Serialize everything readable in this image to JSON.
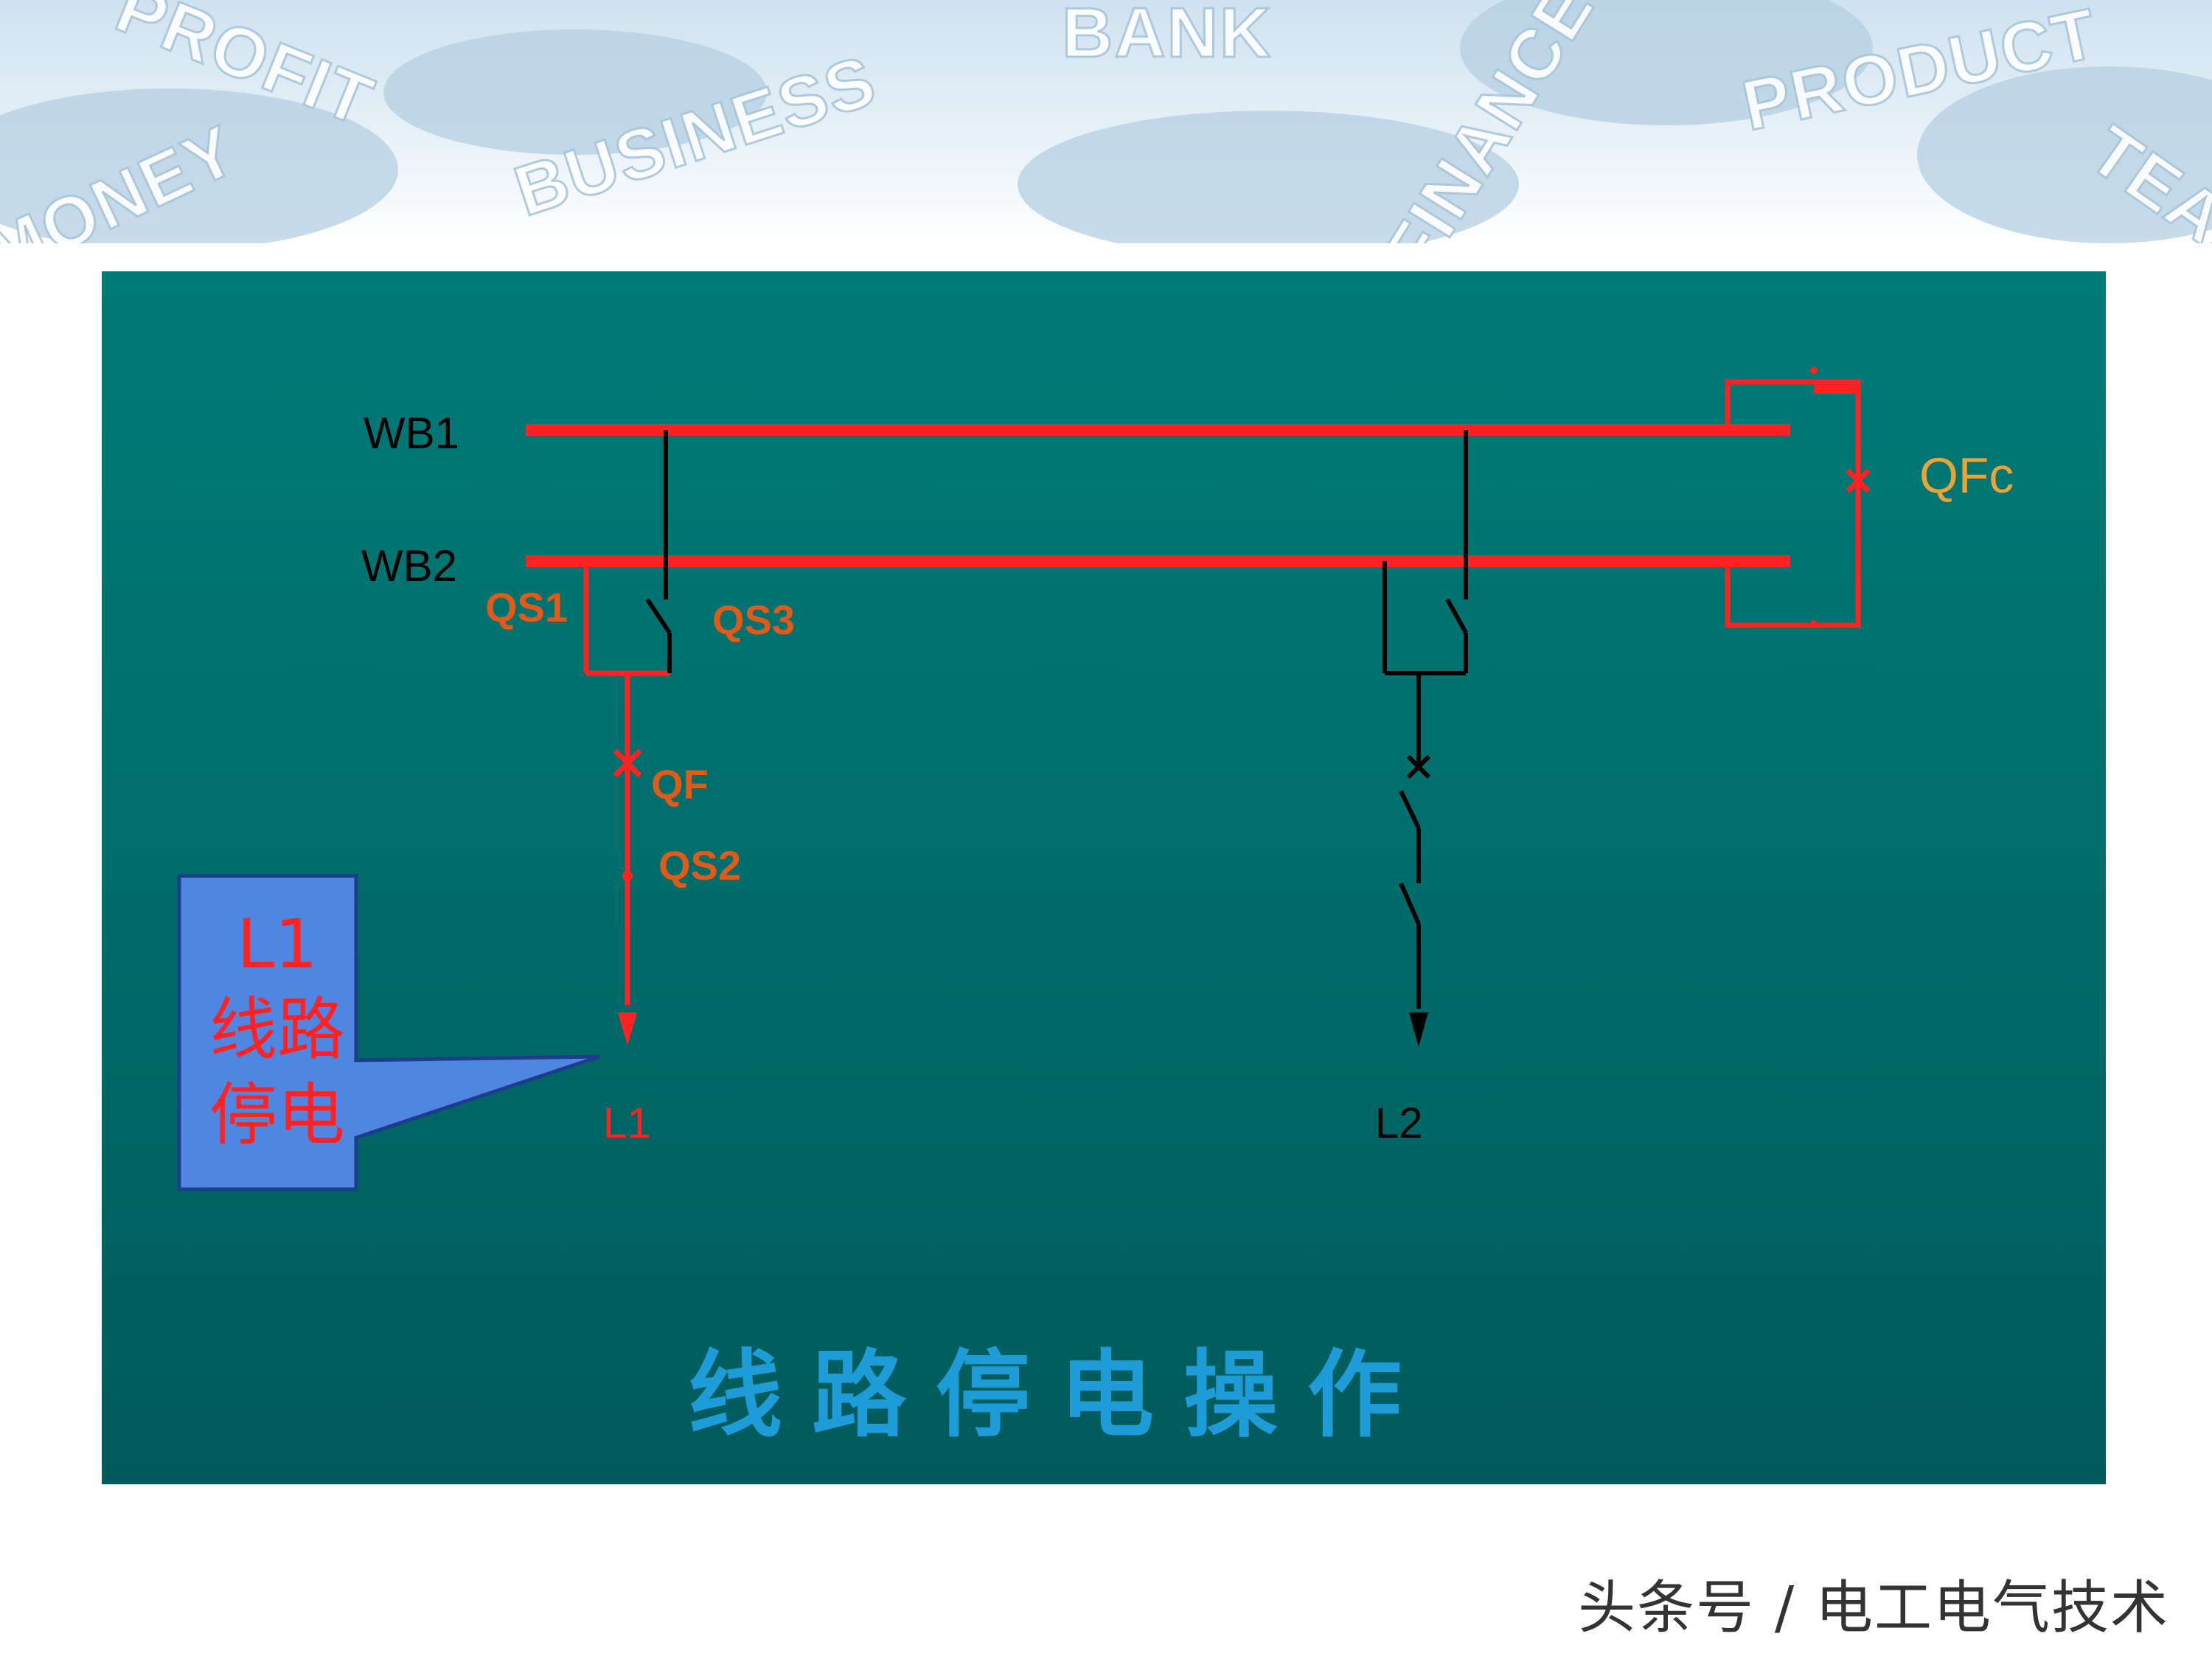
{
  "banner": {
    "words": [
      "PROFIT",
      "BUSINESS",
      "BANK",
      "FINANCE",
      "PRODUCT",
      "MONEY",
      "TEAM"
    ]
  },
  "diagram": {
    "bus_labels": [
      "WB1",
      "WB2"
    ],
    "switch_labels": {
      "qs1": "QS1",
      "qs3": "QS3",
      "qf": "QF",
      "qs2": "QS2",
      "qfc": "QFc"
    },
    "line_labels": [
      "L1",
      "L2"
    ],
    "callout": [
      "L1",
      "线路",
      "停电"
    ],
    "caption": "线路停电操作",
    "colors": {
      "bus": "#ff2222",
      "energized": "#ff2222",
      "dead": "#000000",
      "label_orange": "#e8a33c",
      "callout_fill": "#4f86e2",
      "caption": "#1e9cd8"
    }
  },
  "watermark": "头条号 / 电工电气技术"
}
